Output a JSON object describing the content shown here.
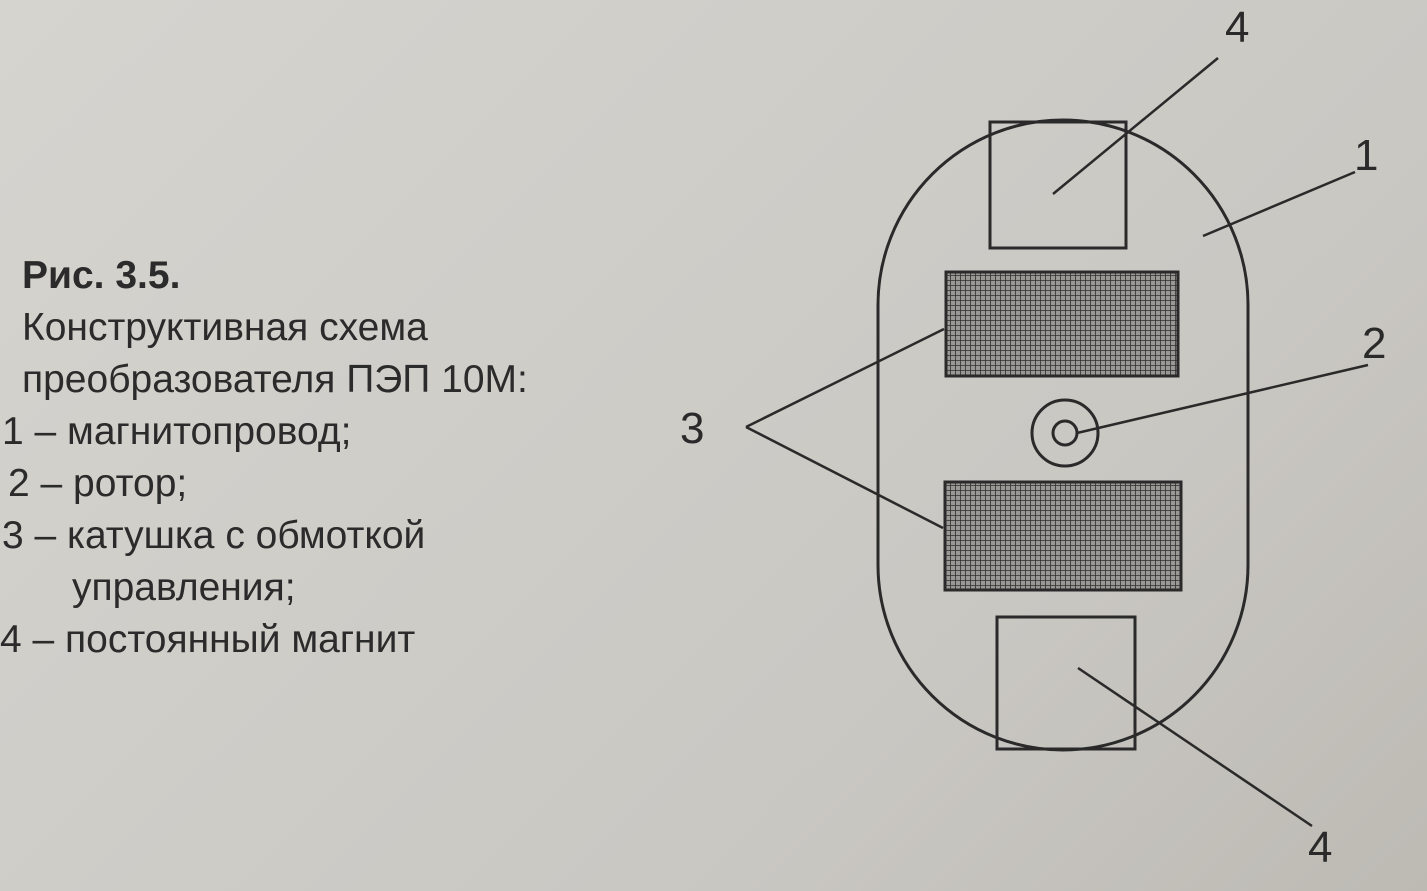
{
  "caption": {
    "title": "Рис. 3.5.",
    "lines": [
      "Конструктивная схема",
      "преобразователя ПЭП 10М:",
      "1 – магнитопровод;",
      "2 – ротор;",
      "3 – катушка с обмоткой",
      "управления;",
      "4 – постоянный магнит"
    ]
  },
  "callouts": {
    "magnetic_core": "1",
    "rotor": "2",
    "coil": "3",
    "magnet_top": "4",
    "magnet_bottom": "4"
  },
  "colors": {
    "ink": "#2a2a2a",
    "paper": "#d2d0cb",
    "coil_hatch": "#3a3a3a"
  }
}
